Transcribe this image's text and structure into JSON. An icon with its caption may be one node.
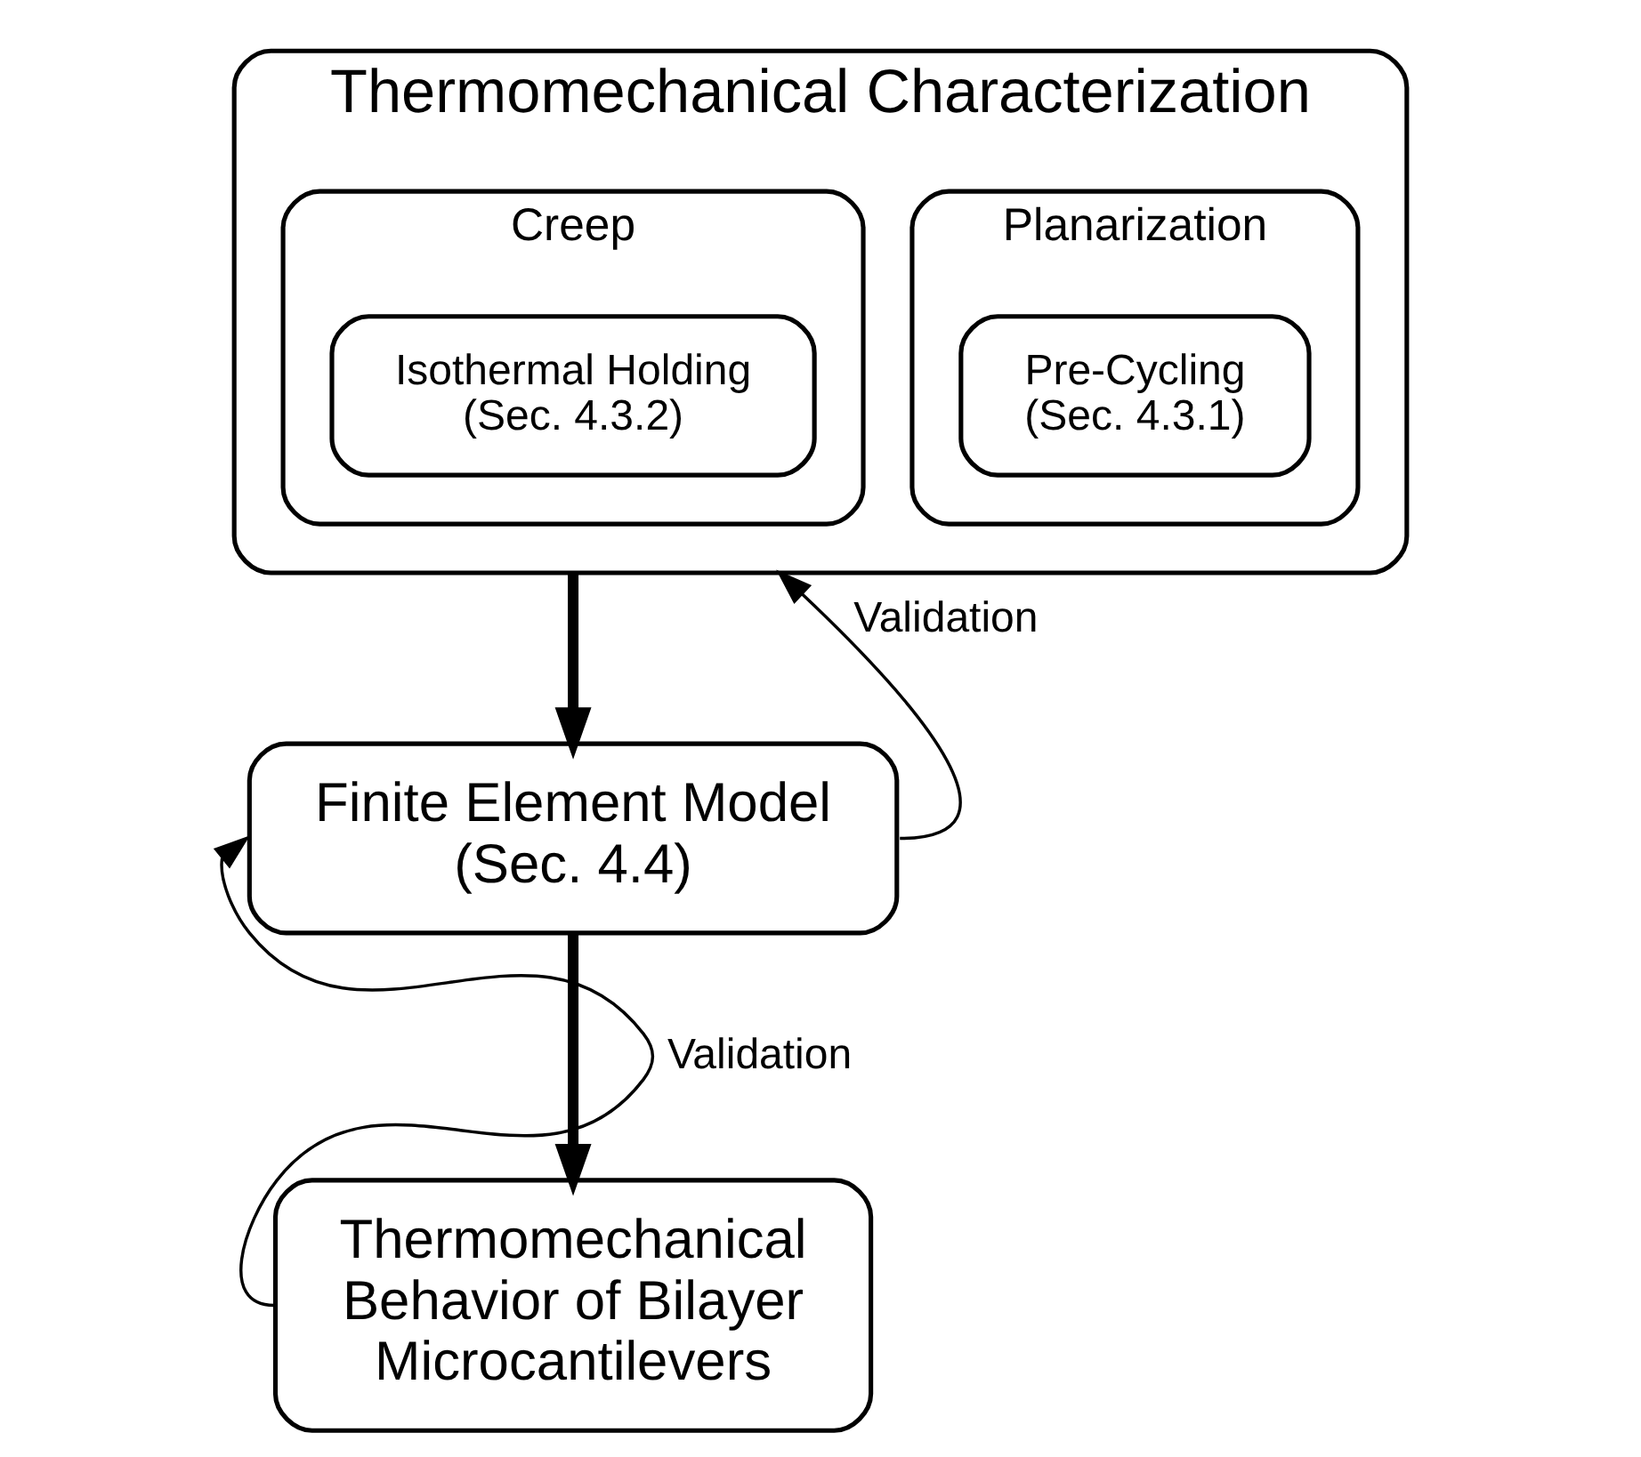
{
  "diagram": {
    "nodes": [
      {
        "text": [
          "Thermomechanical Characterization"
        ]
      },
      {
        "text": [
          "Planarization"
        ],
        "in": 0
      },
      {
        "text": [
          "Pre-Cycling",
          "(Sec. 4.3.1)"
        ],
        "in": 1
      },
      {
        "text": [
          "Creep"
        ],
        "in": 0
      },
      {
        "text": [
          "Isothermal Holding",
          "(Sec. 4.3.2)"
        ],
        "in": 3
      },
      {
        "text": [
          "Finite Element Model",
          "(Sec. 4.4)"
        ]
      },
      {
        "text": [
          "Thermomechanical Behavior of Bilayer Microcantilevers"
        ]
      }
    ],
    "edges": [
      {
        "from": 0,
        "to": 5,
        "arrow": "to",
        "style": "thick"
      },
      {
        "from": 5,
        "to": 0,
        "arrow": "to",
        "label": "Validation"
      },
      {
        "from": 5,
        "to": 6,
        "arrow": "to",
        "style": "thick"
      },
      {
        "from": 6,
        "to": 5,
        "arrow": "to",
        "label": "Validation"
      }
    ]
  }
}
